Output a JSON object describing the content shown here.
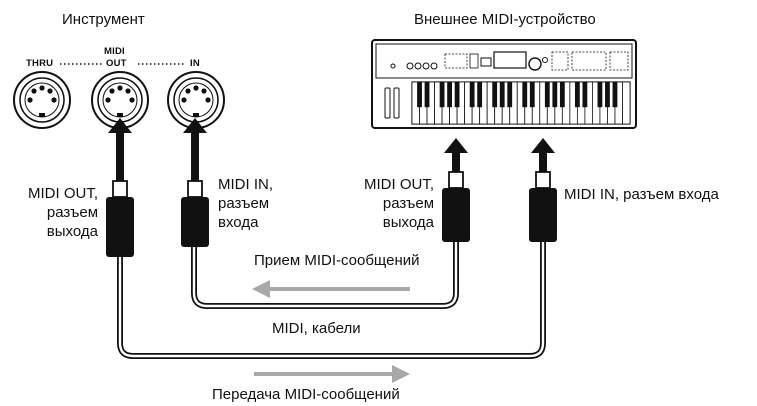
{
  "instrument": {
    "title": "Инструмент",
    "midi_heading": "MIDI",
    "port_thru": "THRU",
    "port_out": "OUT",
    "port_in": "IN"
  },
  "device": {
    "title": "Внешнее MIDI-устройство"
  },
  "plugs": {
    "instr_out": [
      "MIDI OUT,",
      "разъем",
      "выхода"
    ],
    "instr_in": [
      "MIDI IN,",
      "разъем",
      "входа"
    ],
    "dev_out": [
      "MIDI OUT,",
      "разъем",
      "выхода"
    ],
    "dev_in": "MIDI IN, разъем входа"
  },
  "flows": {
    "receive": "Прием MIDI-сообщений",
    "cables": "MIDI, кабели",
    "transmit": "Передача MIDI-сообщений"
  },
  "colors": {
    "line": "#111111",
    "flow_arrow": "#a8a8a8",
    "panel": "#f2f2f2"
  }
}
